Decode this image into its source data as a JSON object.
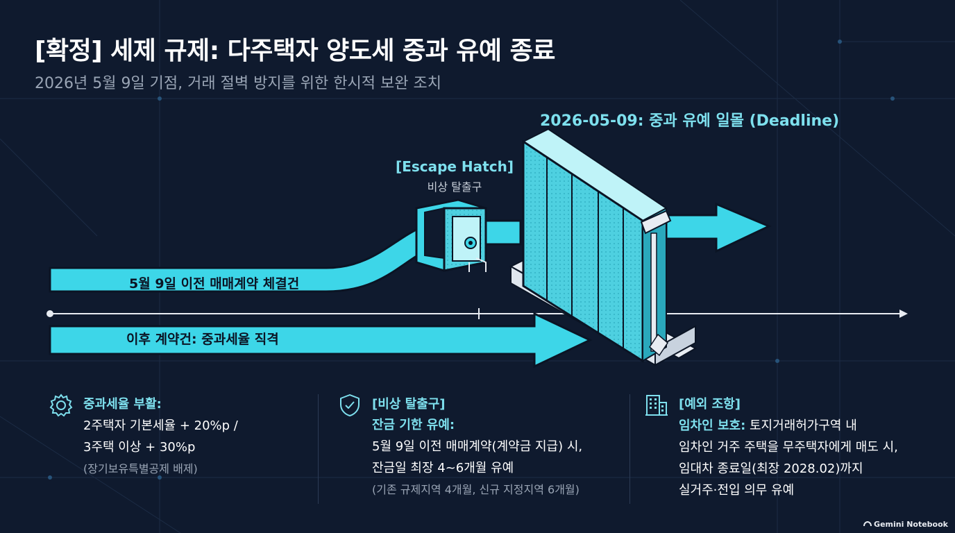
{
  "header": {
    "title": "[확정] 세제 규제: 다주택자 양도세 중과 유예 종료",
    "subtitle": "2026년 5월 9일 기점, 거래 절벽 방지를 위한 한시적 보완 조치"
  },
  "diagram": {
    "deadline_label": "2026-05-09: 중과 유예 일몰 (Deadline)",
    "hatch_title": "[Escape Hatch]",
    "hatch_subtitle": "비상 탈출구",
    "upper_arrow_label": "5월 9일 이전 매매계약 체결건",
    "lower_arrow_label": "이후 계약건: 중과세율 직격"
  },
  "columns": [
    {
      "icon": "gear-icon",
      "heading": "중과세율 부활:",
      "lines": [
        "2주택자 기본세율 + 20%p /",
        "3주택 이상 + 30%p"
      ],
      "note": "(장기보유특별공제 배제)"
    },
    {
      "icon": "shield-check-icon",
      "heading": "[비상 탈출구]",
      "heading2": "잔금 기한 유예:",
      "lines": [
        "5월 9일 이전 매매계약(계약금 지급) 시,",
        "잔금일 최장 4~6개월 유예"
      ],
      "note": "(기존 규제지역 4개월, 신규 지정지역 6개월)"
    },
    {
      "icon": "building-icon",
      "heading": "[예외 조항]",
      "highlight": "임차인 보호:",
      "lines": [
        "토지거래허가구역 내",
        "임차인 거주 주택을 무주택자에게 매도 시,",
        "임대차 종료일(최장 2028.02)까지",
        "실거주·전입 의무 유예"
      ]
    }
  ],
  "brand": "Gemini Notebook",
  "colors": {
    "background": "#0f1a2e",
    "accent": "#7ee0ee",
    "arrow": "#3dd6e8",
    "wall": "#4ed0e0",
    "muted": "#9aa5b5"
  }
}
